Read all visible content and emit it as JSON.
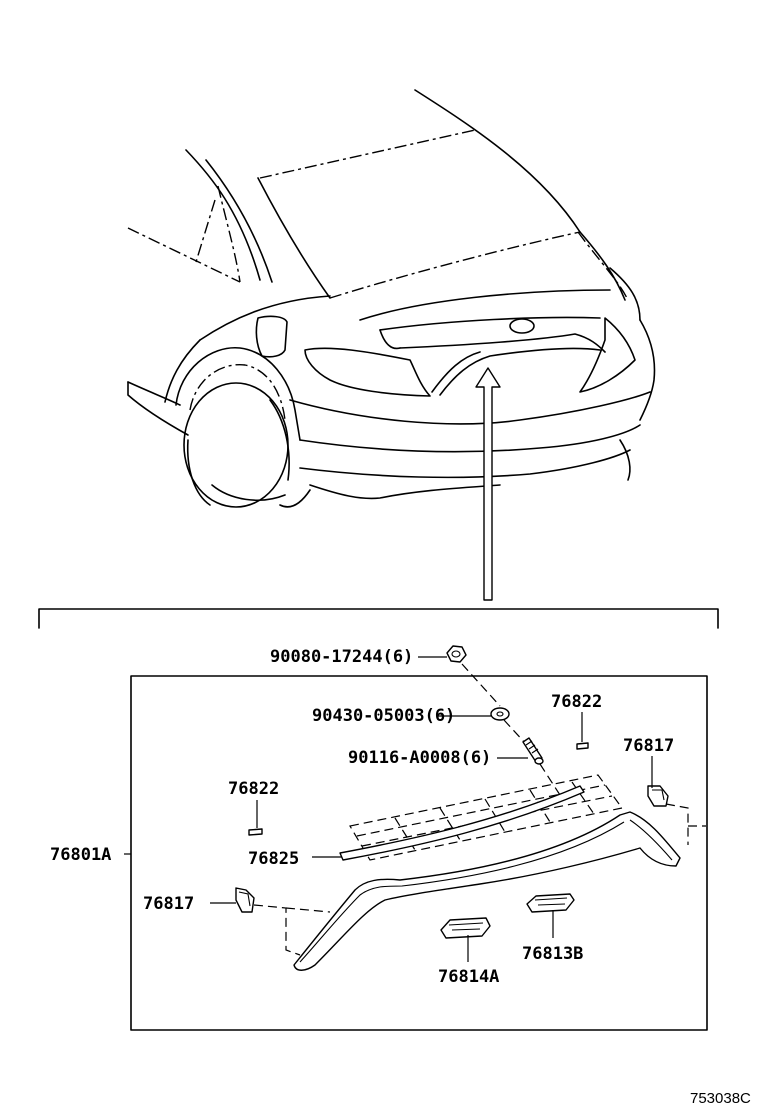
{
  "diagram": {
    "labels": {
      "p90080": "90080-17244(6)",
      "p90430": "90430-05003(6)",
      "p90116": "90116-A0008(6)",
      "p76822_right": "76822",
      "p76822_left": "76822",
      "p76817_right": "76817",
      "p76817_left": "76817",
      "p76801A": "76801A",
      "p76825": "76825",
      "p76814A": "76814A",
      "p76813B": "76813B"
    },
    "reference_code": "753038C"
  }
}
